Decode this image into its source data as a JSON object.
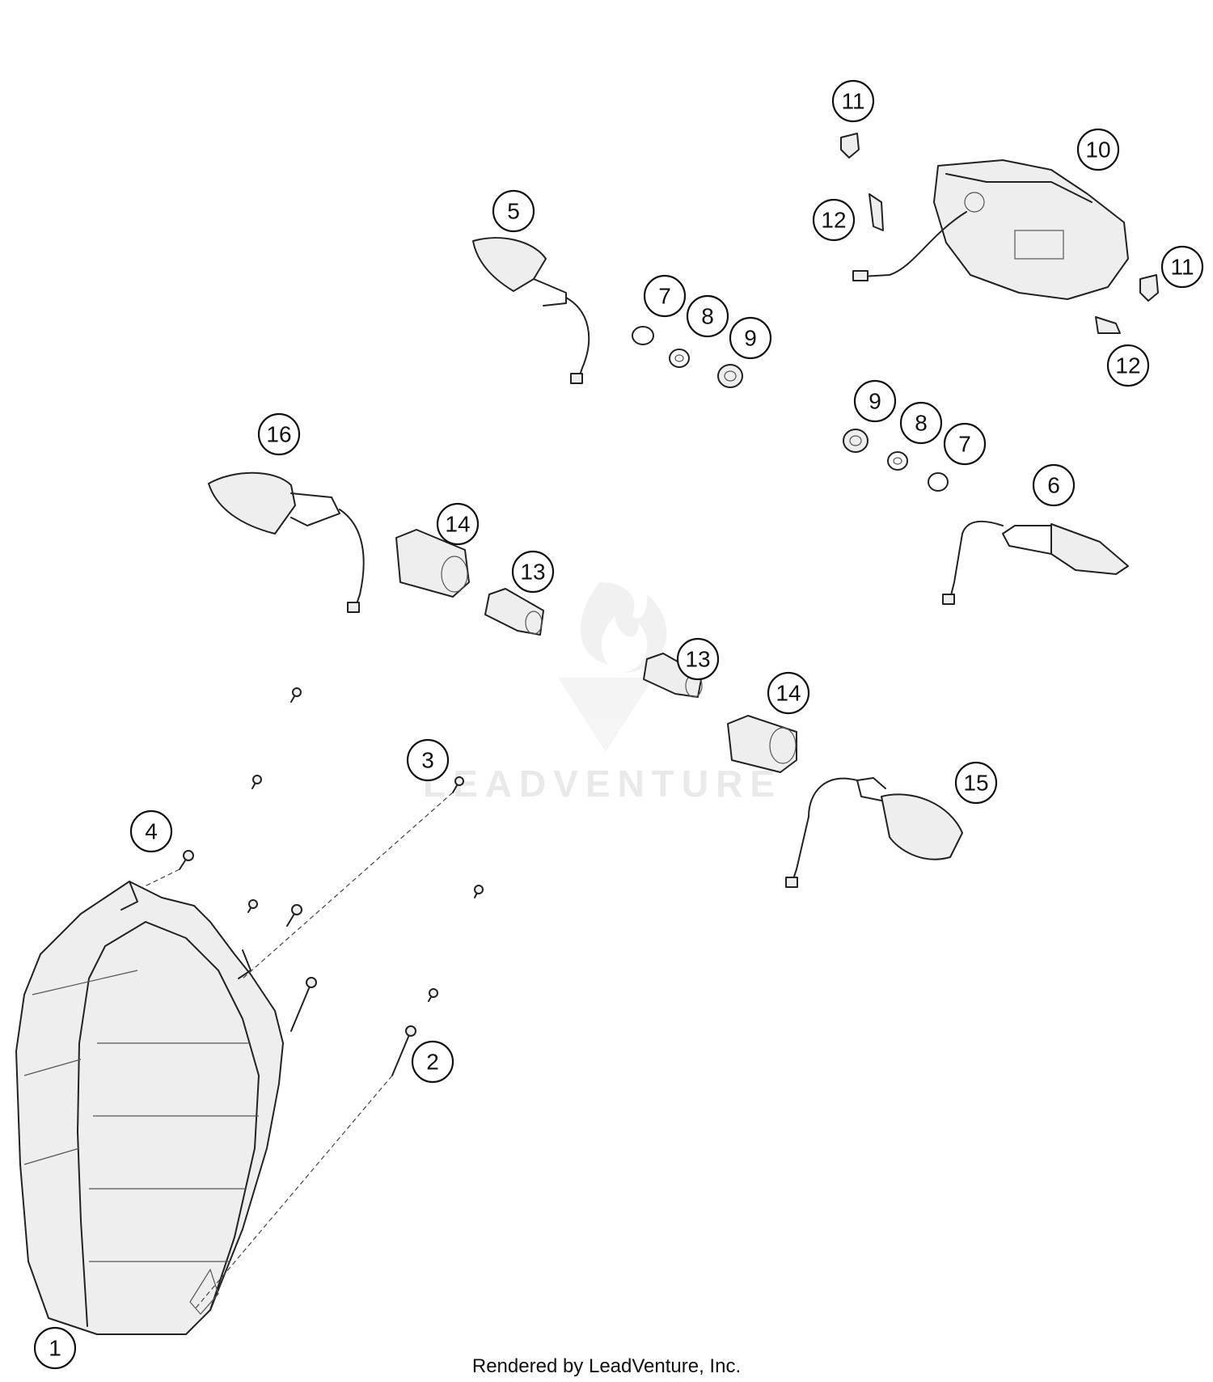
{
  "watermark": {
    "brand": "LEADVENTURE",
    "logo_icon": "leadventure-flame-logo"
  },
  "footer": {
    "text": "Rendered by LeadVenture, Inc."
  },
  "callouts": [
    {
      "id": "c1",
      "label": "1"
    },
    {
      "id": "c2",
      "label": "2"
    },
    {
      "id": "c3",
      "label": "3"
    },
    {
      "id": "c4",
      "label": "4"
    },
    {
      "id": "c5",
      "label": "5"
    },
    {
      "id": "c6",
      "label": "6"
    },
    {
      "id": "c7a",
      "label": "7"
    },
    {
      "id": "c8a",
      "label": "8"
    },
    {
      "id": "c9a",
      "label": "9"
    },
    {
      "id": "c9b",
      "label": "9"
    },
    {
      "id": "c8b",
      "label": "8"
    },
    {
      "id": "c7b",
      "label": "7"
    },
    {
      "id": "c10",
      "label": "10"
    },
    {
      "id": "c11a",
      "label": "11"
    },
    {
      "id": "c11b",
      "label": "11"
    },
    {
      "id": "c12a",
      "label": "12"
    },
    {
      "id": "c12b",
      "label": "12"
    },
    {
      "id": "c13a",
      "label": "13"
    },
    {
      "id": "c13b",
      "label": "13"
    },
    {
      "id": "c14a",
      "label": "14"
    },
    {
      "id": "c14b",
      "label": "14"
    },
    {
      "id": "c15",
      "label": "15"
    },
    {
      "id": "c16",
      "label": "16"
    }
  ]
}
